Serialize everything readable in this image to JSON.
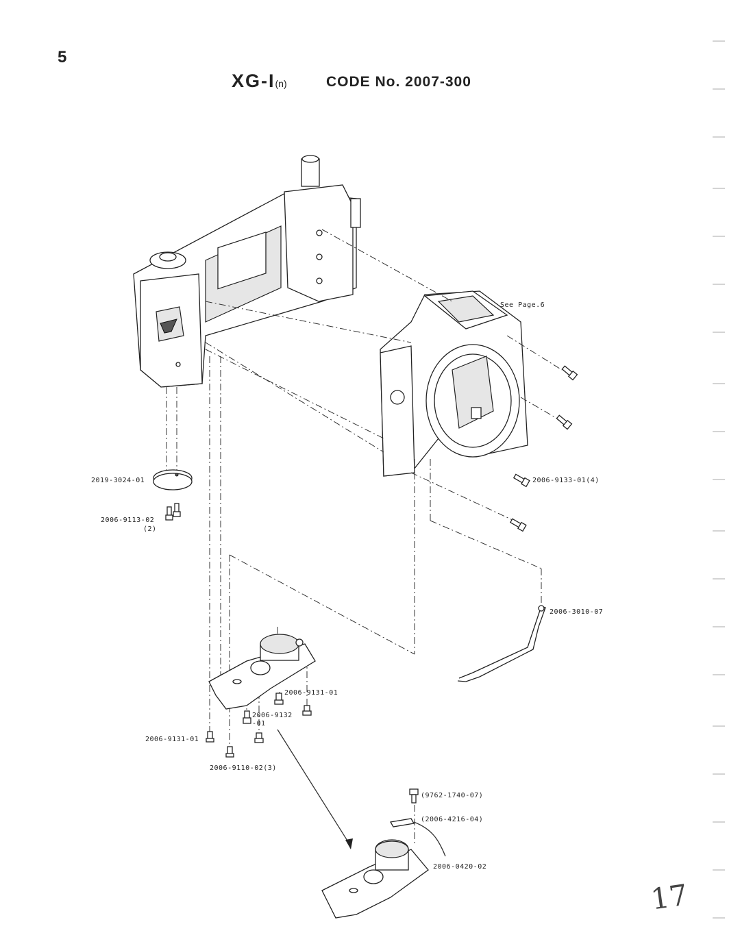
{
  "page": {
    "number": "5",
    "title_main": "XG-I",
    "title_sub": "(n)",
    "code": "CODE No. 2007-300",
    "handwritten_number": "17"
  },
  "labels": {
    "see_page": "See Page.6",
    "part_2019_3024": "2019-3024-01",
    "part_2006_9113": "2006-9113-02",
    "part_2006_9113_qty": "(2)",
    "part_2006_9133": "2006-9133-01(4)",
    "part_2006_3010": "2006-3010-07",
    "part_2006_9131_a": "2006-9131-01",
    "part_2006_9132": "2006-9132",
    "part_2006_9132_suffix": "-01",
    "part_2006_9131_b": "2006-9131-01",
    "part_2006_9110": "2006-9110-02(3)",
    "part_9762_1740": "(9762-1740-07)",
    "part_2006_4216": "(2006-4216-04)",
    "part_2006_0420": "2006-0420-02"
  }
}
